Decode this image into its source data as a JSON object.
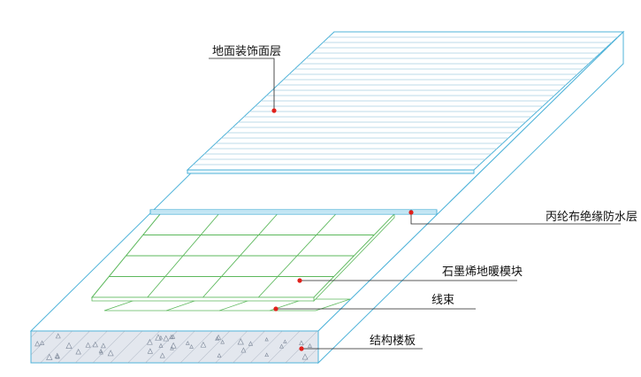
{
  "labels": {
    "floor_finish": "地面装饰面层",
    "waterproof": "丙纶布绝缘防水层",
    "graphene_module": "石墨烯地暖模块",
    "wire_harness": "线束",
    "structural_slab": "结构楼板"
  },
  "colors": {
    "outline": "#4fb3d9",
    "grid": "#5cb85c",
    "leader": "#222222",
    "dot": "#e0201b",
    "concrete_fill": "#e3e7ee",
    "hatch": "#8a96a6"
  }
}
